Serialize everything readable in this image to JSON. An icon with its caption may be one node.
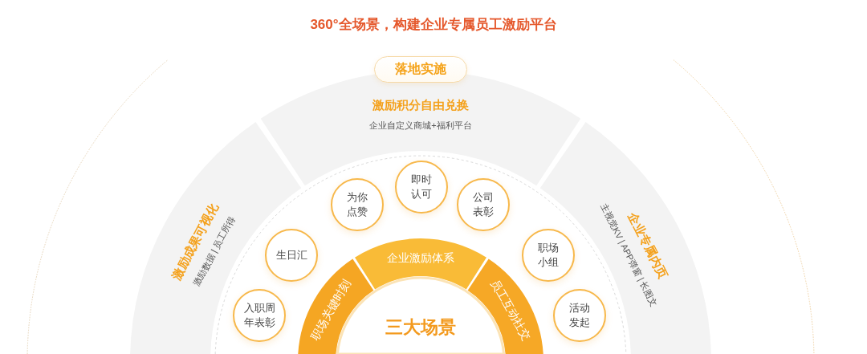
{
  "diagram": {
    "title": "360°全场景，构建企业专属员工激励平台",
    "nodes": [
      {
        "text": [
          "落地实施"
        ]
      },
      {
        "text": [
          "激励积分自由兑换",
          "企业自定义商城+福利平台"
        ]
      },
      {
        "text": [
          "激励成果可视化",
          "激励数据 | 员工所得"
        ]
      },
      {
        "text": [
          "企业专属内页",
          "主视觉KV | APP弹窗 | 长图文"
        ]
      },
      {
        "text": [
          "入职周年表彰"
        ]
      },
      {
        "text": [
          "生日汇"
        ]
      },
      {
        "text": [
          "为你点赞"
        ]
      },
      {
        "text": [
          "即时认可"
        ]
      },
      {
        "text": [
          "公司表彰"
        ]
      },
      {
        "text": [
          "职场小组"
        ]
      },
      {
        "text": [
          "活动发起"
        ]
      },
      {
        "text": [
          "职场关键时刻"
        ]
      },
      {
        "text": [
          "企业激励体系"
        ]
      },
      {
        "text": [
          "员工互动社交"
        ]
      },
      {
        "text": [
          "三大场景"
        ]
      }
    ]
  }
}
